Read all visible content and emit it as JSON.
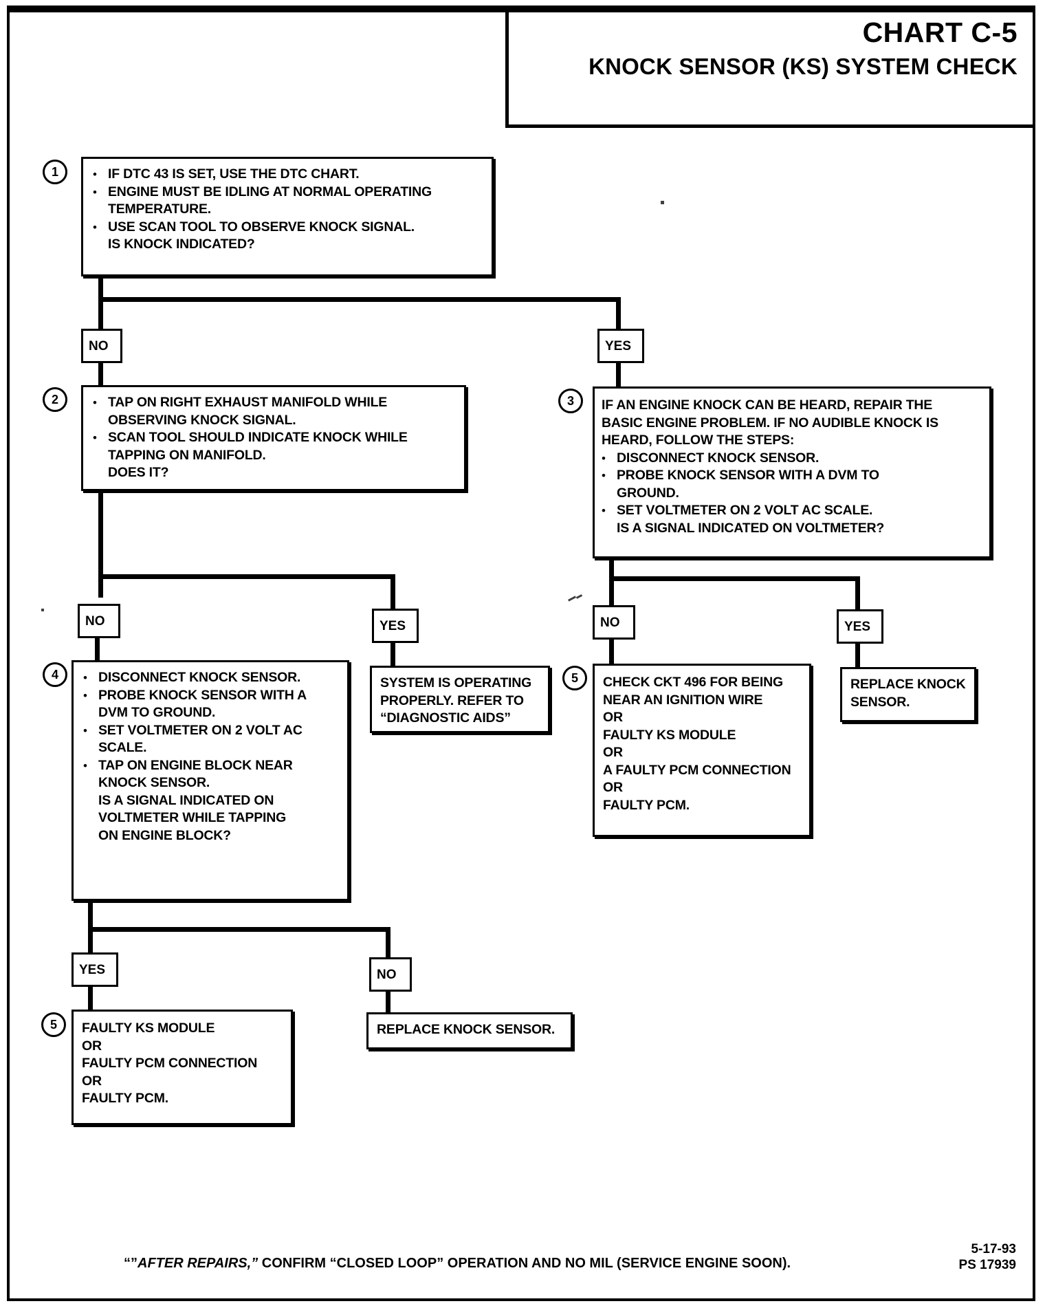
{
  "header": {
    "title": "CHART C-5",
    "subtitle": "KNOCK SENSOR (KS) SYSTEM CHECK"
  },
  "steps": {
    "s1": {
      "number": "1",
      "lines": [
        {
          "bullet": true,
          "text": "IF DTC 43 IS SET, USE THE DTC CHART."
        },
        {
          "bullet": true,
          "text": "ENGINE MUST BE IDLING AT NORMAL OPERATING"
        },
        {
          "bullet": false,
          "text": "TEMPERATURE."
        },
        {
          "bullet": true,
          "text": "USE SCAN TOOL TO OBSERVE KNOCK SIGNAL."
        },
        {
          "bullet": false,
          "text": "IS KNOCK INDICATED?"
        }
      ]
    },
    "s2": {
      "number": "2",
      "lines": [
        {
          "bullet": true,
          "text": "TAP ON RIGHT EXHAUST MANIFOLD WHILE"
        },
        {
          "bullet": false,
          "text": "OBSERVING KNOCK SIGNAL."
        },
        {
          "bullet": true,
          "text": "SCAN TOOL SHOULD INDICATE KNOCK WHILE"
        },
        {
          "bullet": false,
          "text": "TAPPING ON MANIFOLD."
        },
        {
          "bullet": false,
          "text": "DOES IT?"
        }
      ]
    },
    "s3": {
      "number": "3",
      "lines": [
        {
          "bullet": false,
          "text": "IF AN ENGINE KNOCK CAN BE HEARD, REPAIR THE",
          "flush": true
        },
        {
          "bullet": false,
          "text": "BASIC ENGINE PROBLEM.  IF NO AUDIBLE KNOCK IS",
          "flush": true
        },
        {
          "bullet": false,
          "text": "HEARD, FOLLOW THE STEPS:",
          "flush": true
        },
        {
          "bullet": true,
          "text": "DISCONNECT  KNOCK SENSOR."
        },
        {
          "bullet": true,
          "text": "PROBE  KNOCK SENSOR WITH A DVM TO"
        },
        {
          "bullet": false,
          "text": "GROUND."
        },
        {
          "bullet": true,
          "text": "SET VOLTMETER ON 2 VOLT AC SCALE."
        },
        {
          "bullet": false,
          "text": "IS A SIGNAL INDICATED ON VOLTMETER?"
        }
      ]
    },
    "s4": {
      "number": "4",
      "lines": [
        {
          "bullet": true,
          "text": "DISCONNECT KNOCK SENSOR."
        },
        {
          "bullet": true,
          "text": "PROBE KNOCK SENSOR WITH A"
        },
        {
          "bullet": false,
          "text": "DVM TO GROUND."
        },
        {
          "bullet": true,
          "text": "SET VOLTMETER ON 2 VOLT AC"
        },
        {
          "bullet": false,
          "text": "SCALE."
        },
        {
          "bullet": true,
          "text": "TAP ON ENGINE BLOCK NEAR"
        },
        {
          "bullet": false,
          "text": "KNOCK SENSOR."
        },
        {
          "bullet": false,
          "text": "IS A SIGNAL INDICATED ON"
        },
        {
          "bullet": false,
          "text": "VOLTMETER WHILE TAPPING"
        },
        {
          "bullet": false,
          "text": "ON ENGINE BLOCK?"
        }
      ]
    },
    "s5right": {
      "number": "5",
      "lines": [
        {
          "bullet": false,
          "text": "CHECK CKT 496 FOR BEING",
          "flush": true
        },
        {
          "bullet": false,
          "text": "NEAR AN IGNITION WIRE",
          "flush": true
        },
        {
          "bullet": false,
          "text": "OR",
          "flush": true
        },
        {
          "bullet": false,
          "text": "FAULTY KS MODULE",
          "flush": true
        },
        {
          "bullet": false,
          "text": "OR",
          "flush": true
        },
        {
          "bullet": false,
          "text": "A FAULTY PCM CONNECTION",
          "flush": true
        },
        {
          "bullet": false,
          "text": "OR",
          "flush": true
        },
        {
          "bullet": false,
          "text": "FAULTY PCM.",
          "flush": true
        }
      ]
    },
    "s5bottom": {
      "number": "5",
      "lines": [
        {
          "bullet": false,
          "text": "FAULTY KS MODULE",
          "flush": true
        },
        {
          "bullet": false,
          "text": "OR",
          "flush": true
        },
        {
          "bullet": false,
          "text": "FAULTY PCM CONNECTION",
          "flush": true
        },
        {
          "bullet": false,
          "text": "OR",
          "flush": true
        },
        {
          "bullet": false,
          "text": "FAULTY PCM.",
          "flush": true
        }
      ]
    }
  },
  "terminals": {
    "system_ok": {
      "lines": [
        {
          "bullet": false,
          "text": "SYSTEM IS OPERATING",
          "flush": true
        },
        {
          "bullet": false,
          "text": "PROPERLY.  REFER TO",
          "flush": true
        },
        {
          "bullet": false,
          "text": "“DIAGNOSTIC AIDS”",
          "flush": true
        }
      ]
    },
    "replace_ks_right": {
      "lines": [
        {
          "bullet": false,
          "text": "REPLACE  KNOCK",
          "flush": true
        },
        {
          "bullet": false,
          "text": "SENSOR.",
          "flush": true
        }
      ]
    },
    "replace_ks_bottom": {
      "lines": [
        {
          "bullet": false,
          "text": "REPLACE KNOCK SENSOR.",
          "flush": true
        }
      ]
    }
  },
  "decisions": {
    "d1_no": "NO",
    "d1_yes": "YES",
    "d2_no": "NO",
    "d2_yes": "YES",
    "d3_no": "NO",
    "d3_yes": "YES",
    "d4_yes": "YES",
    "d4_no": "NO"
  },
  "footer": {
    "note_open_quote": "“”",
    "note_italic": "AFTER REPAIRS,”",
    "note_rest": " CONFIRM “CLOSED LOOP” OPERATION AND NO MIL (SERVICE ENGINE SOON).",
    "date": "5-17-93",
    "code": "PS 17939"
  }
}
